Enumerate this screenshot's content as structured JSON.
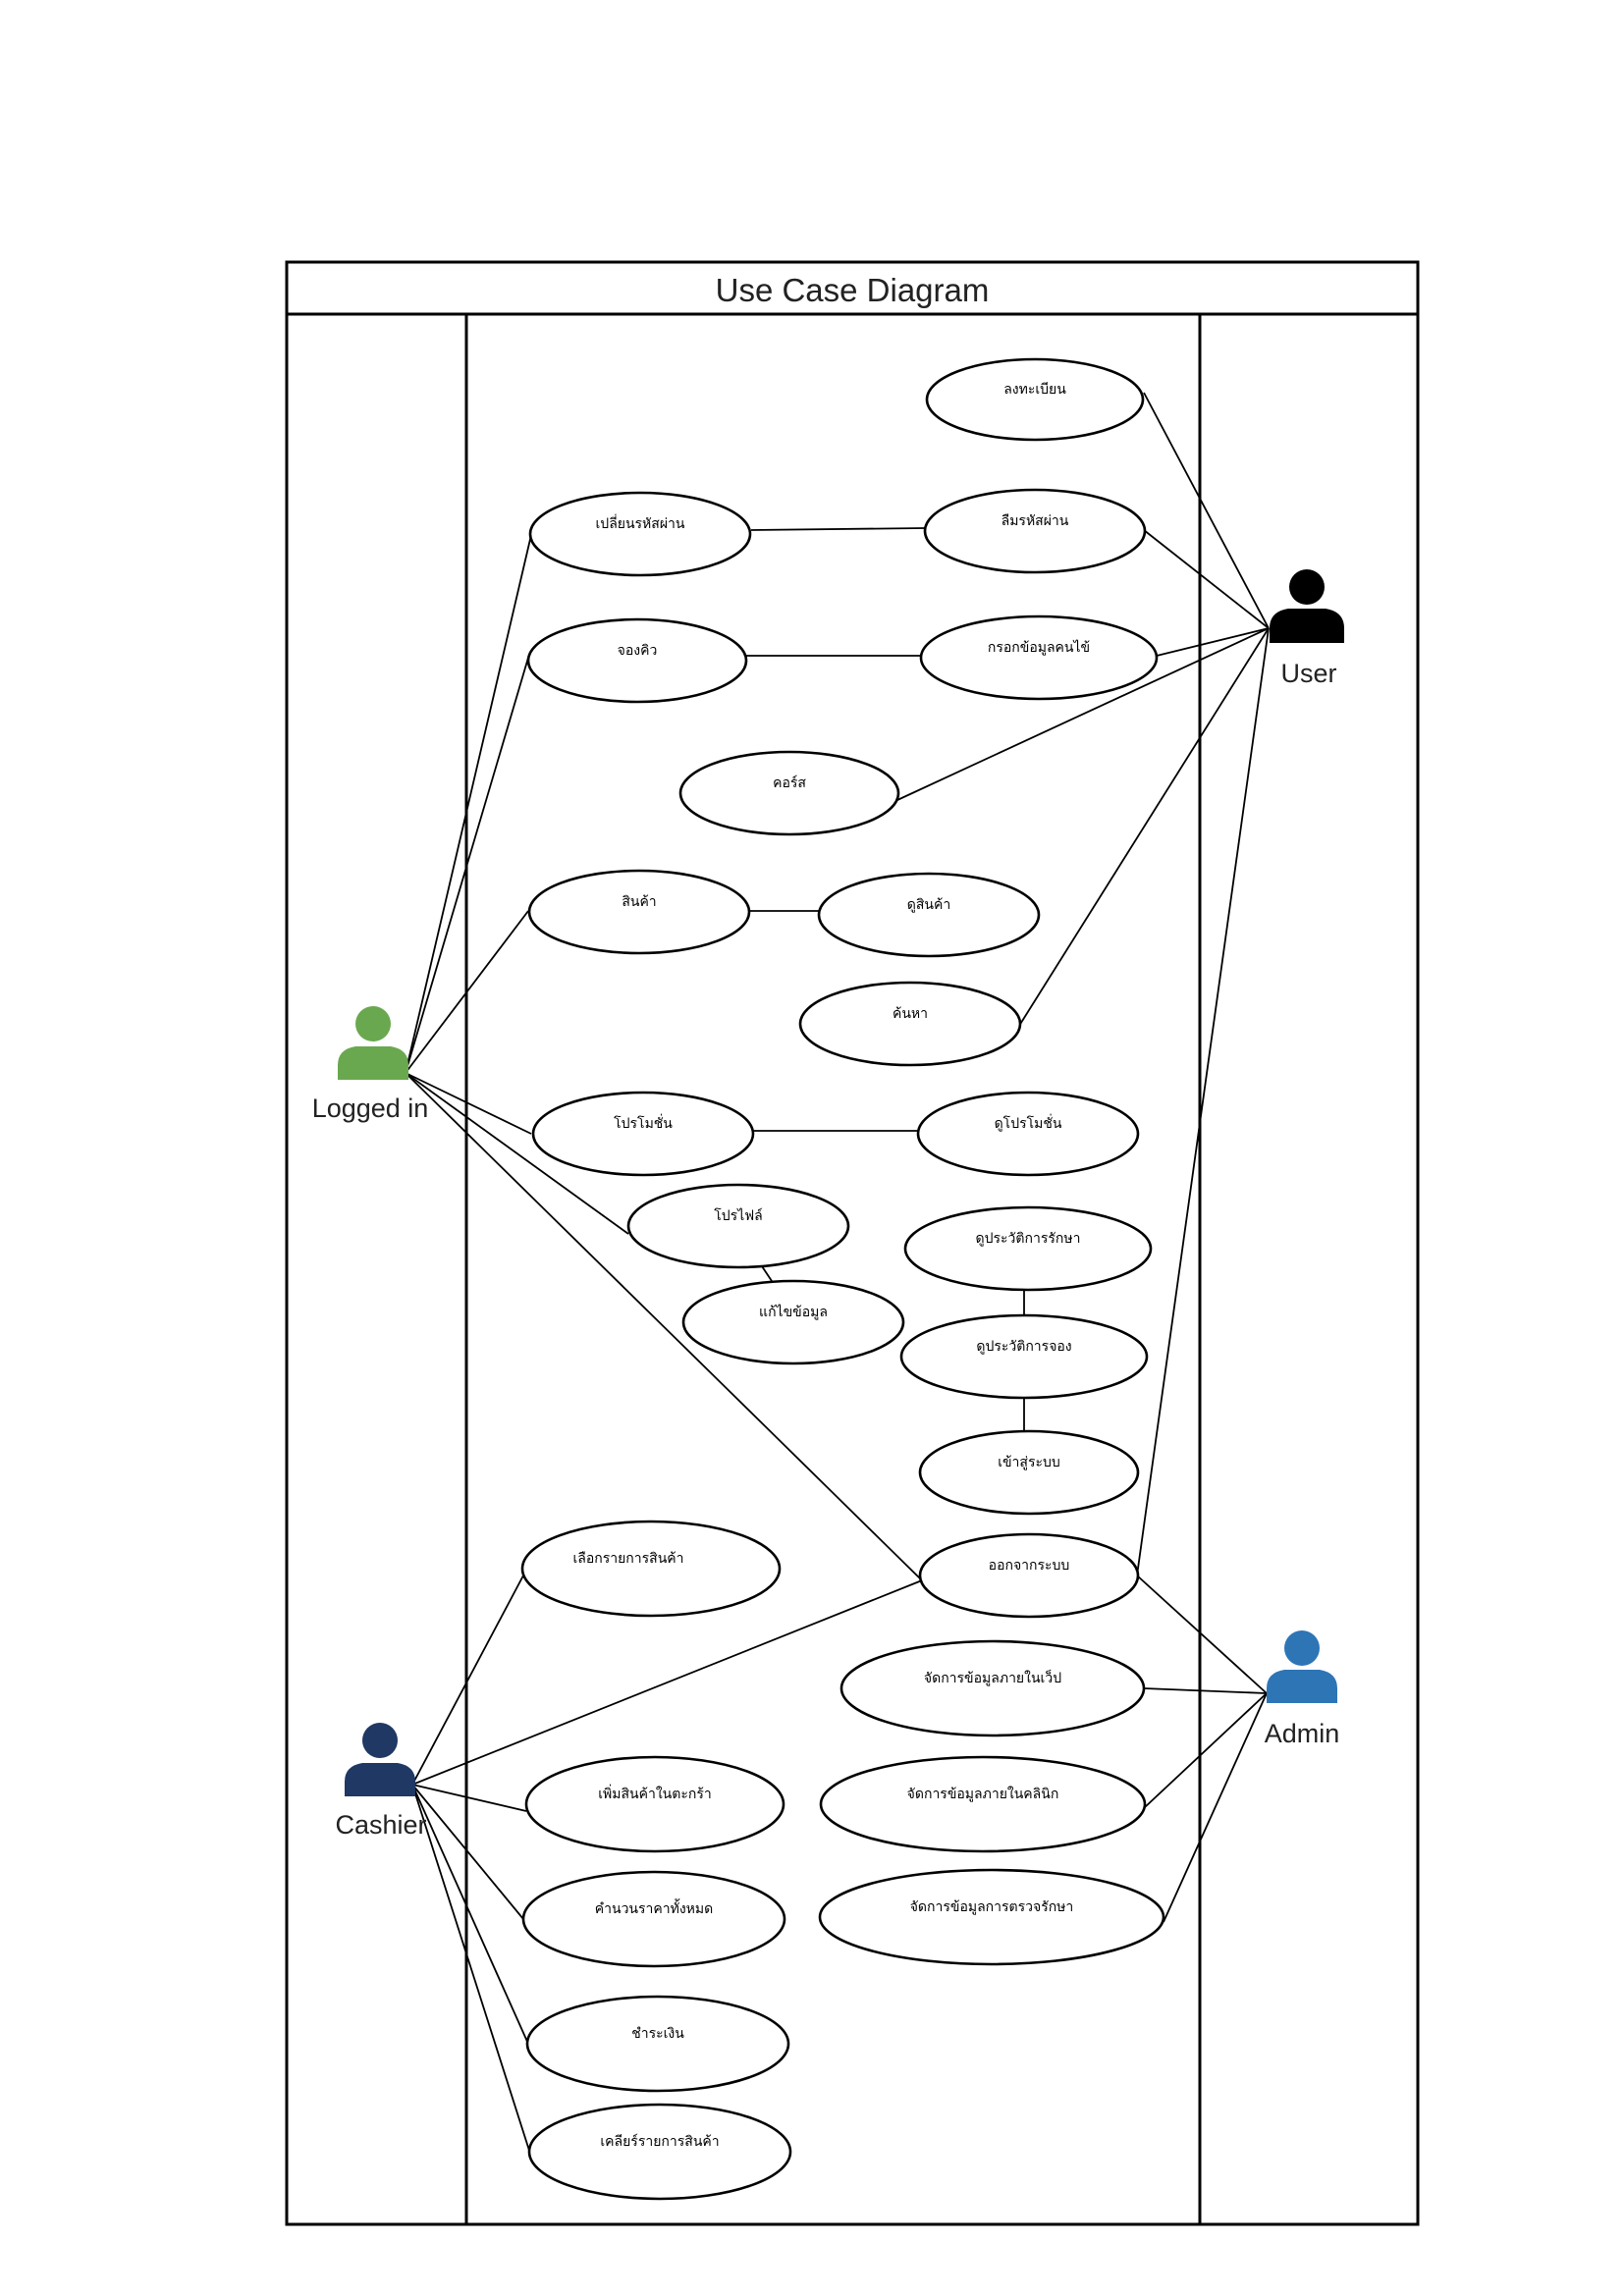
{
  "diagram": {
    "title": "Use Case Diagram",
    "actors": {
      "user": {
        "label": "User",
        "color": "#000000"
      },
      "logged_in": {
        "label": "Logged in",
        "color": "#6aa84f"
      },
      "admin": {
        "label": "Admin",
        "color": "#2e75b6"
      },
      "cashier": {
        "label": "Cashier",
        "color": "#1f3864"
      }
    },
    "use_cases": {
      "register": "ลงทะเบียน",
      "change_password": "เปลี่ยนรหัสผ่าน",
      "forgot_password": "ลืมรหัสผ่าน",
      "book_queue": "จองคิว",
      "fill_user_info": "กรอกข้อมูลคนไข้",
      "course": "คอร์ส",
      "product": "สินค้า",
      "view_product": "ดูสินค้า",
      "search": "ค้นหา",
      "promotion": "โปรโมชั่น",
      "view_promotion": "ดูโปรโมชั่น",
      "profile": "โปรไฟล์",
      "edit_info": "แก้ไขข้อมูล",
      "treatment_history": "ดูประวัติการรักษา",
      "booking_history": "ดูประวัติการจอง",
      "login": "เข้าสู่ระบบ",
      "logout": "ออกจากระบบ",
      "select_items": "เลือกรายการสินค้า",
      "manage_web_data": "จัดการข้อมูลภายในเว็ป",
      "manage_clinic_data": "จัดการข้อมูลภายในคลินิก",
      "add_to_cart": "เพิ่มสินค้าในตะกร้า",
      "manage_checkup": "จัดการข้อมูลการตรวจรักษา",
      "calc_total": "คำนวนราคาทั้งหมด",
      "payment": "ชำระเงิน",
      "clear_items": "เคลียร์รายการสินค้า"
    }
  }
}
